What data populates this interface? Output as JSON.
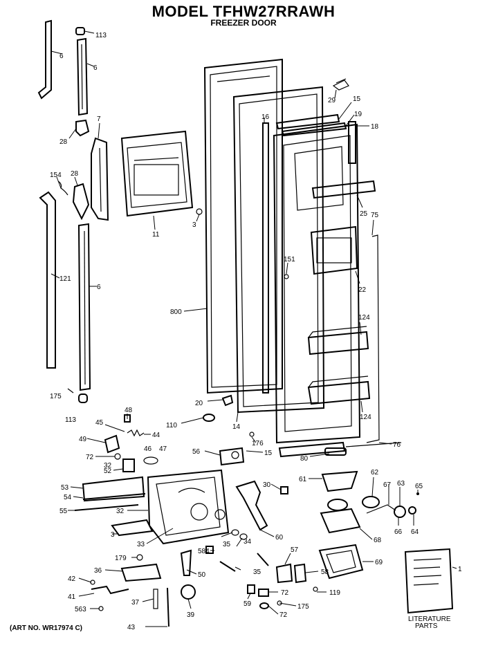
{
  "header": {
    "model_title": "MODEL TFHW27RRAWH",
    "subtitle": "FREEZER DOOR"
  },
  "footer": {
    "art_no": "(ART NO. WR17974 C)",
    "literature_label_1": "LITERATURE",
    "literature_label_2": "PARTS"
  },
  "callouts": {
    "c1": "1",
    "c3a": "3",
    "c3b": "3",
    "c6a": "6",
    "c6b": "6",
    "c6c": "6",
    "c7": "7",
    "c11": "11",
    "c14": "14",
    "c15a": "15",
    "c15b": "15",
    "c16": "16",
    "c18": "18",
    "c19": "19",
    "c20": "20",
    "c22": "22",
    "c25": "25",
    "c28a": "28",
    "c28b": "28",
    "c29": "29",
    "c30": "30",
    "c32a": "32",
    "c32b": "32",
    "c33": "33",
    "c34": "34",
    "c35a": "35",
    "c35b": "35",
    "c36": "36",
    "c37": "37",
    "c39": "39",
    "c41": "41",
    "c42": "42",
    "c43": "43",
    "c44": "44",
    "c45": "45",
    "c46": "46",
    "c47": "47",
    "c48": "48",
    "c49": "49",
    "c50": "50",
    "c52": "52",
    "c53": "53",
    "c54": "54",
    "c55": "55",
    "c56": "56",
    "c57": "57",
    "c58": "58",
    "c59": "59",
    "c60": "60",
    "c61": "61",
    "c62": "62",
    "c63": "63",
    "c64": "64",
    "c65": "65",
    "c66": "66",
    "c67": "67",
    "c68": "68",
    "c69": "69",
    "c72a": "72",
    "c72b": "72",
    "c72c": "72",
    "c75": "75",
    "c76": "76",
    "c80": "80",
    "c110": "110",
    "c113a": "113",
    "c113b": "113",
    "c119": "119",
    "c121": "121",
    "c124a": "124",
    "c124b": "124",
    "c151": "151",
    "c154": "154",
    "c175a": "175",
    "c175b": "175",
    "c176": "176",
    "c179": "179",
    "c563": "563",
    "c584": "584",
    "c800": "800"
  }
}
